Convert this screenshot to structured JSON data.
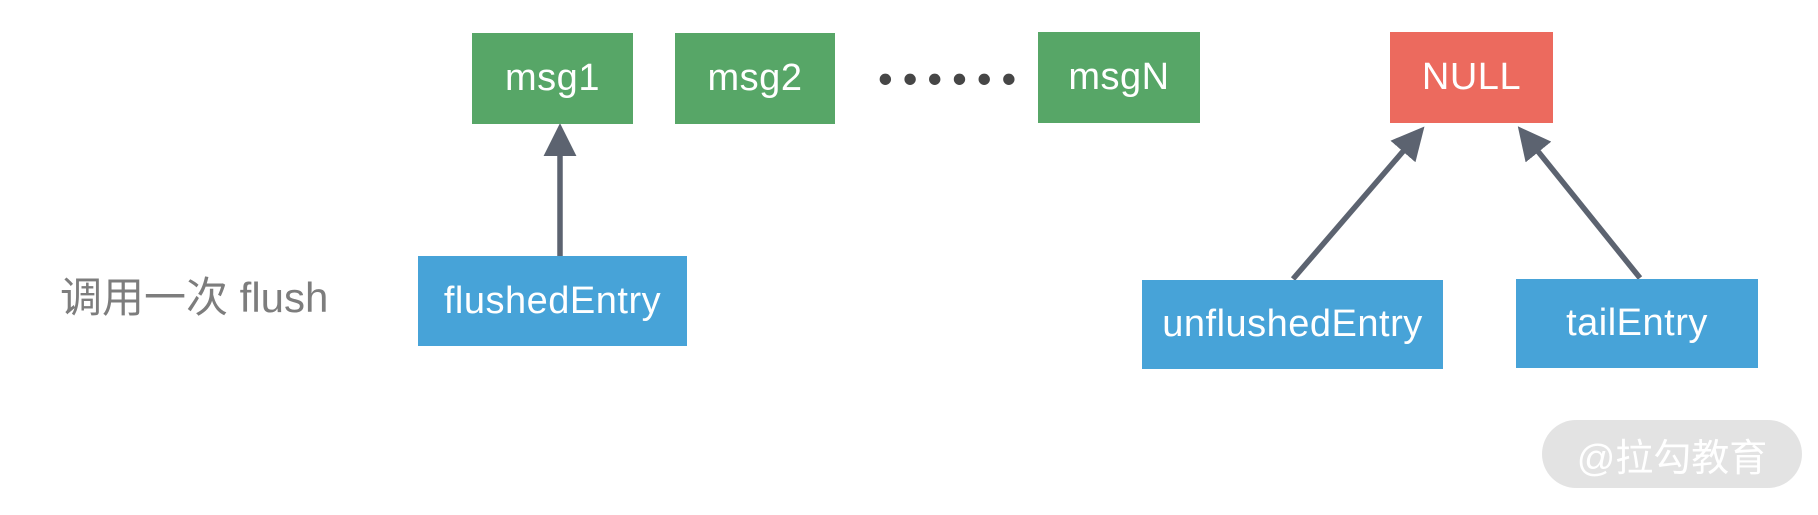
{
  "diagram": {
    "caption": "调用一次 flush",
    "nodes": {
      "msg1": {
        "label": "msg1"
      },
      "msg2": {
        "label": "msg2"
      },
      "ellipsis": {
        "label": "••••••"
      },
      "msgN": {
        "label": "msgN"
      },
      "null_node": {
        "label": "NULL"
      },
      "flushed_entry": {
        "label": "flushedEntry"
      },
      "unflushed_entry": {
        "label": "unflushedEntry"
      },
      "tail_entry": {
        "label": "tailEntry"
      }
    },
    "edges": [
      {
        "from": "flushedEntry",
        "to": "msg1"
      },
      {
        "from": "unflushedEntry",
        "to": "NULL"
      },
      {
        "from": "tailEntry",
        "to": "NULL"
      }
    ]
  },
  "watermark": {
    "text": "@拉勾教育"
  },
  "colors": {
    "node_green": "#57a667",
    "node_red": "#ec6a5e",
    "node_blue": "#47a3d8",
    "edge_gray": "#5c6370",
    "dots_gray": "#464646",
    "caption_gray": "#7d7d7d",
    "watermark_bg": "#e2e2e2",
    "watermark_text": "#ffffff"
  }
}
